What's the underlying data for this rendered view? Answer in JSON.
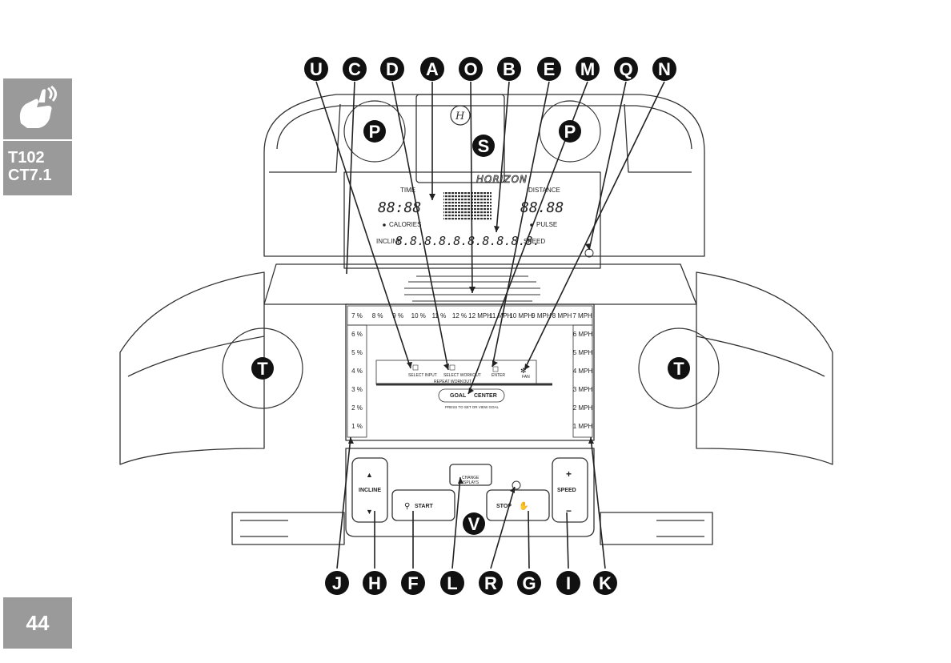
{
  "sidebar": {
    "icon": "touch-hand-icon",
    "model_line1": "T102",
    "model_line2": "CT7.1",
    "page_number": "44"
  },
  "console": {
    "brand": "HORIZON",
    "time_label": "TIME",
    "distance_label": "DISTANCE",
    "calories_label": "CALORIES",
    "pulse_label": "PULSE",
    "incline_label": "INCLINE",
    "speed_label": "SPEED",
    "time_digits": "88:88",
    "distance_digits": "88.88",
    "matrix_digits": "8.8.8.8.8.8.8.8.8.8.",
    "select_input": "SELECT INPUT",
    "select_workout": "SELECT WORKOUT",
    "repeat_workout": "REPEAT WORKOUT",
    "enter": "ENTER",
    "fan": "FAN",
    "goal_center_1": "GOAL",
    "goal_center_2": "CENTER",
    "goal_hint": "PRESS TO SET OR VIEW GOAL",
    "change_displays_1": "CHANGE",
    "change_displays_2": "DISPLAYS",
    "incline_button": "INCLINE",
    "speed_button": "SPEED",
    "start": "START",
    "stop": "STOP",
    "plus": "+",
    "minus": "−",
    "top_keys": [
      "7 %",
      "8 %",
      "9 %",
      "10 %",
      "11 %",
      "12 %",
      "12 MPH",
      "11 MPH",
      "10 MPH",
      "9 MPH",
      "8 MPH",
      "7 MPH"
    ],
    "left_keys": [
      "6 %",
      "5 %",
      "4 %",
      "3 %",
      "2 %",
      "1 %"
    ],
    "right_keys": [
      "6 MPH",
      "5 MPH",
      "4 MPH",
      "3 MPH",
      "2 MPH",
      "1 MPH"
    ]
  },
  "callouts_top": [
    "U",
    "C",
    "D",
    "A",
    "O",
    "B",
    "E",
    "M",
    "Q",
    "N"
  ],
  "callouts_bottom": [
    "J",
    "H",
    "F",
    "L",
    "R",
    "G",
    "I",
    "K"
  ],
  "inner_badges": {
    "p_left": "P",
    "p_right": "P",
    "s": "S",
    "t_left": "T",
    "t_right": "T",
    "v": "V"
  }
}
